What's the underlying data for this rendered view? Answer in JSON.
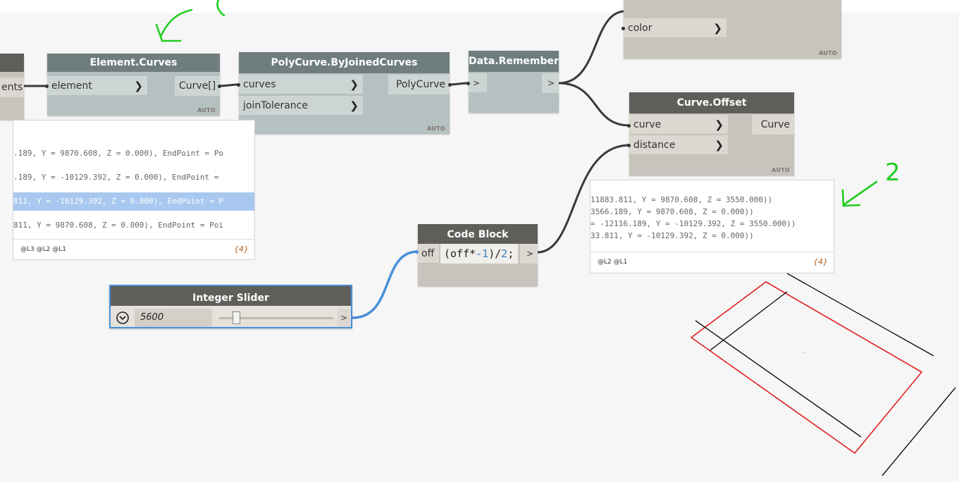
{
  "nodes": {
    "partial_left": {
      "port_label": "ents"
    },
    "element_curves": {
      "title": "Element.Curves",
      "input": "element",
      "output": "Curve[]",
      "lacing": "AUTO"
    },
    "polycurve": {
      "title": "PolyCurve.ByJoinedCurves",
      "inputs": [
        "curves",
        "joinTolerance"
      ],
      "output": "PolyCurve",
      "lacing": "AUTO"
    },
    "data_remember": {
      "title": "Data.Remember",
      "input": ">",
      "output": ">"
    },
    "top_right": {
      "input": "color",
      "lacing": "AUTO"
    },
    "curve_offset": {
      "title": "Curve.Offset",
      "inputs": [
        "curve",
        "distance"
      ],
      "output": "Curve",
      "lacing": "AUTO"
    },
    "code_block": {
      "title": "Code Block",
      "variable": "off",
      "code_prefix": "(off*",
      "code_num1": "-1",
      "code_mid": ")/",
      "code_num2": "2",
      "code_suffix": ";",
      "output": ">"
    },
    "integer_slider": {
      "title": "Integer Slider",
      "value": "5600",
      "slider_fraction": 0.12,
      "output": ">"
    }
  },
  "preview_left": {
    "lines": [
      ".189, Y = 9870.608, Z = 0.000), EndPoint = Po",
      ".189, Y = -10129.392, Z = 0.000), EndPoint =",
      "811, Y = -10129.392, Z = 0.000), EndPoint = P",
      "811, Y = 9870.608, Z = 0.000), EndPoint = Poi"
    ],
    "selected_index": 2,
    "levels": "@L3 @L2 @L1",
    "count": "{4}"
  },
  "preview_right": {
    "lines": [
      " 11883.811, Y = 9870.608, Z = 3550.000))",
      "3566.189, Y = 9870.608, Z = 0.000))",
      "= -12116.189, Y = -10129.392, Z = 3550.000))",
      "33.811, Y = -10129.392, Z = 0.000))"
    ],
    "levels": "@L2 @L1",
    "count": "{4}"
  },
  "colors": {
    "wire": "#3a3a3a",
    "wire_selected": "#4a90d9",
    "annotation": "#22cc22",
    "geometry_red": "#e02020",
    "geometry_black": "#111111"
  },
  "annotations": {
    "number_2": "2"
  }
}
